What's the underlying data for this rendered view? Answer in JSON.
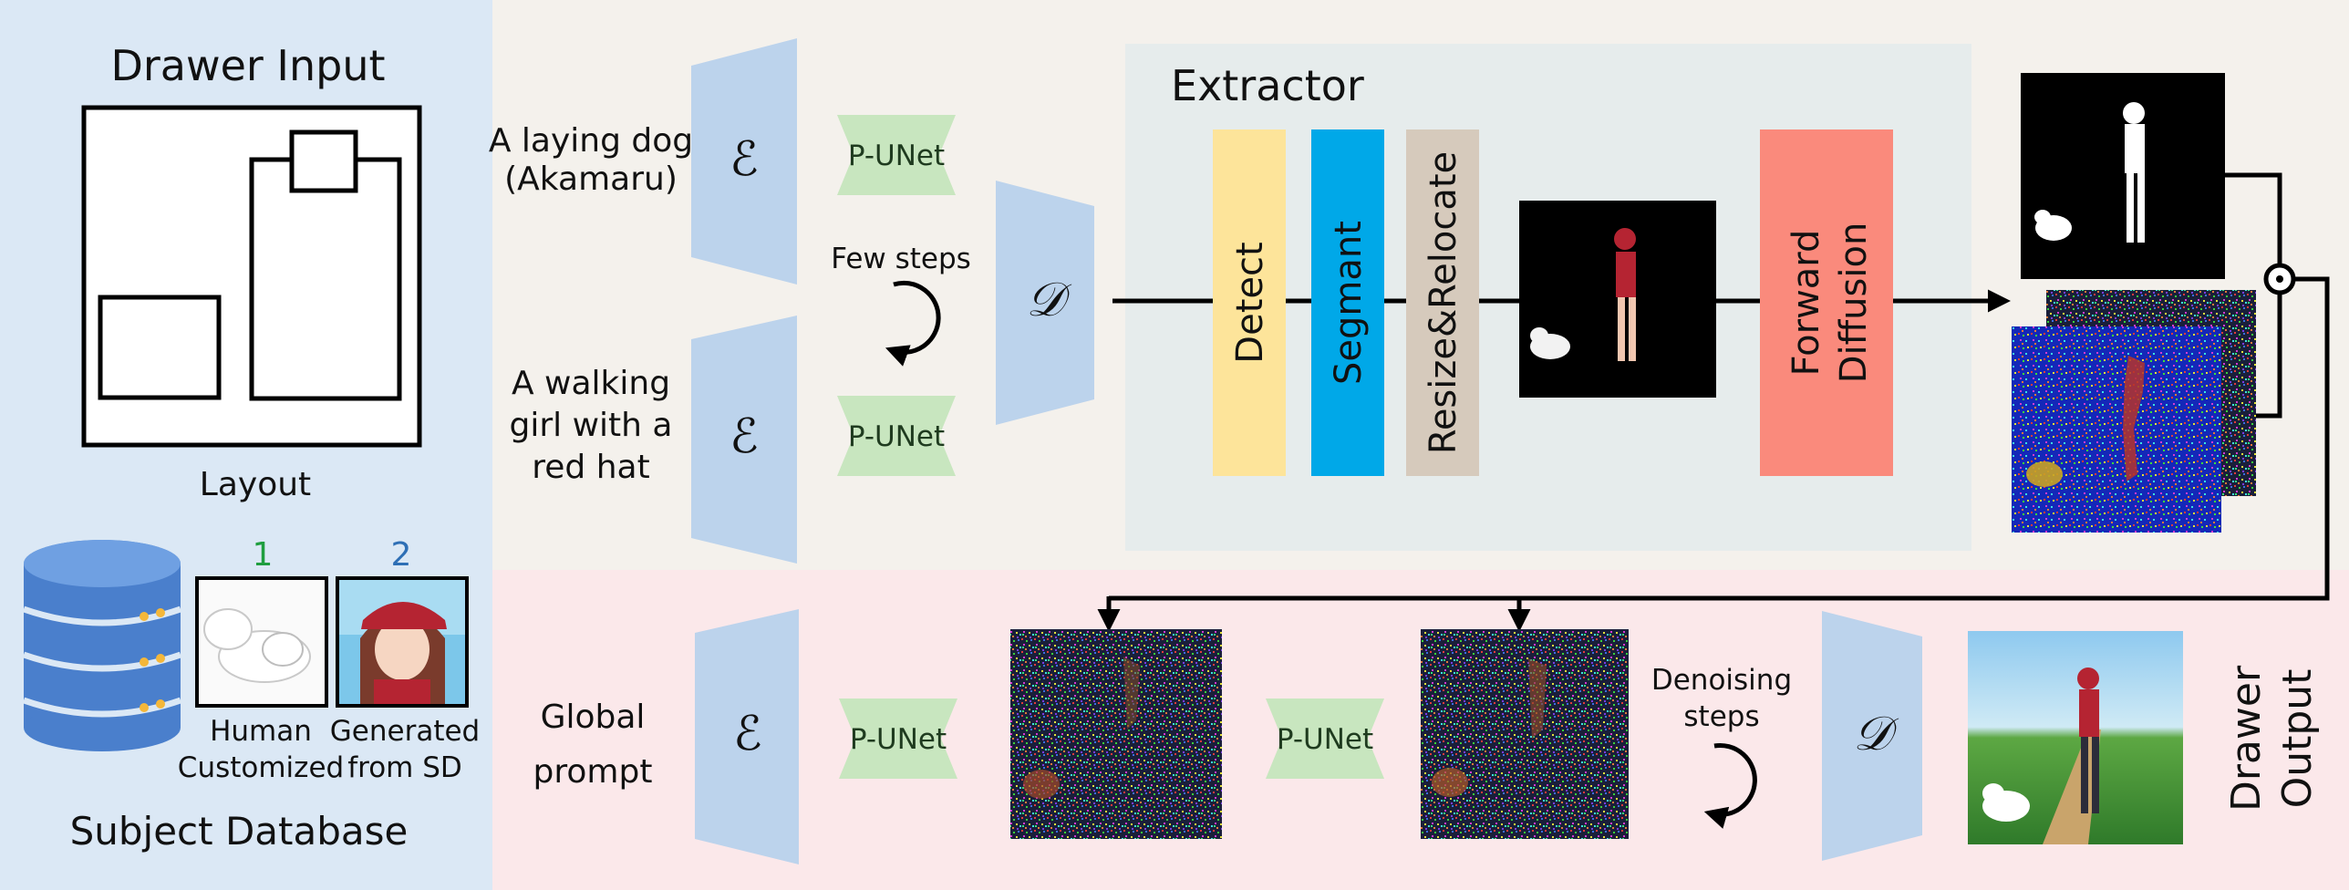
{
  "left_panel": {
    "title": "Drawer Input",
    "layout_label": "Layout",
    "database_label": "Subject Database",
    "subjects": [
      {
        "index": "1",
        "index_color": "#1f9e3f",
        "caption_line1": "Human",
        "caption_line2": "Customized"
      },
      {
        "index": "2",
        "index_color": "#2e6fb5",
        "caption_line1": "Generated",
        "caption_line2": "from SD"
      }
    ]
  },
  "top_row": {
    "prompts": [
      {
        "line1": "A laying dog",
        "line2": "(Akamaru)"
      },
      {
        "line1": "A walking",
        "line2": "girl with a",
        "line3": "red hat"
      }
    ],
    "encoder_symbol": "ℰ",
    "decoder_symbol": "𝒟",
    "unet_label": "P-UNet",
    "few_steps": "Few steps",
    "extractor": {
      "title": "Extractor",
      "blocks": [
        "Detect",
        "Segmant",
        "Resize&Relocate"
      ],
      "forward_line1": "Forward",
      "forward_line2": "Diffusion"
    },
    "odot": "⊙"
  },
  "bottom_row": {
    "prompt_line1": "Global",
    "prompt_line2": "prompt",
    "encoder_symbol": "ℰ",
    "decoder_symbol": "𝒟",
    "unet_label": "P-UNet",
    "denoise_line1": "Denoising",
    "denoise_line2": "steps",
    "output_line1": "Drawer",
    "output_line2": "Output"
  },
  "colors": {
    "left_bg": "#dbe8f5",
    "top_bg": "#f4f1ec",
    "bottom_bg": "#fbe8ea",
    "extractor_bg": "#e6ecec",
    "encoder": "#bcd3ec",
    "unet": "#c8e6bf",
    "detect": "#fde49a",
    "segment": "#00a8e8",
    "resize": "#d6cabc",
    "forward": "#fa8a7c"
  }
}
